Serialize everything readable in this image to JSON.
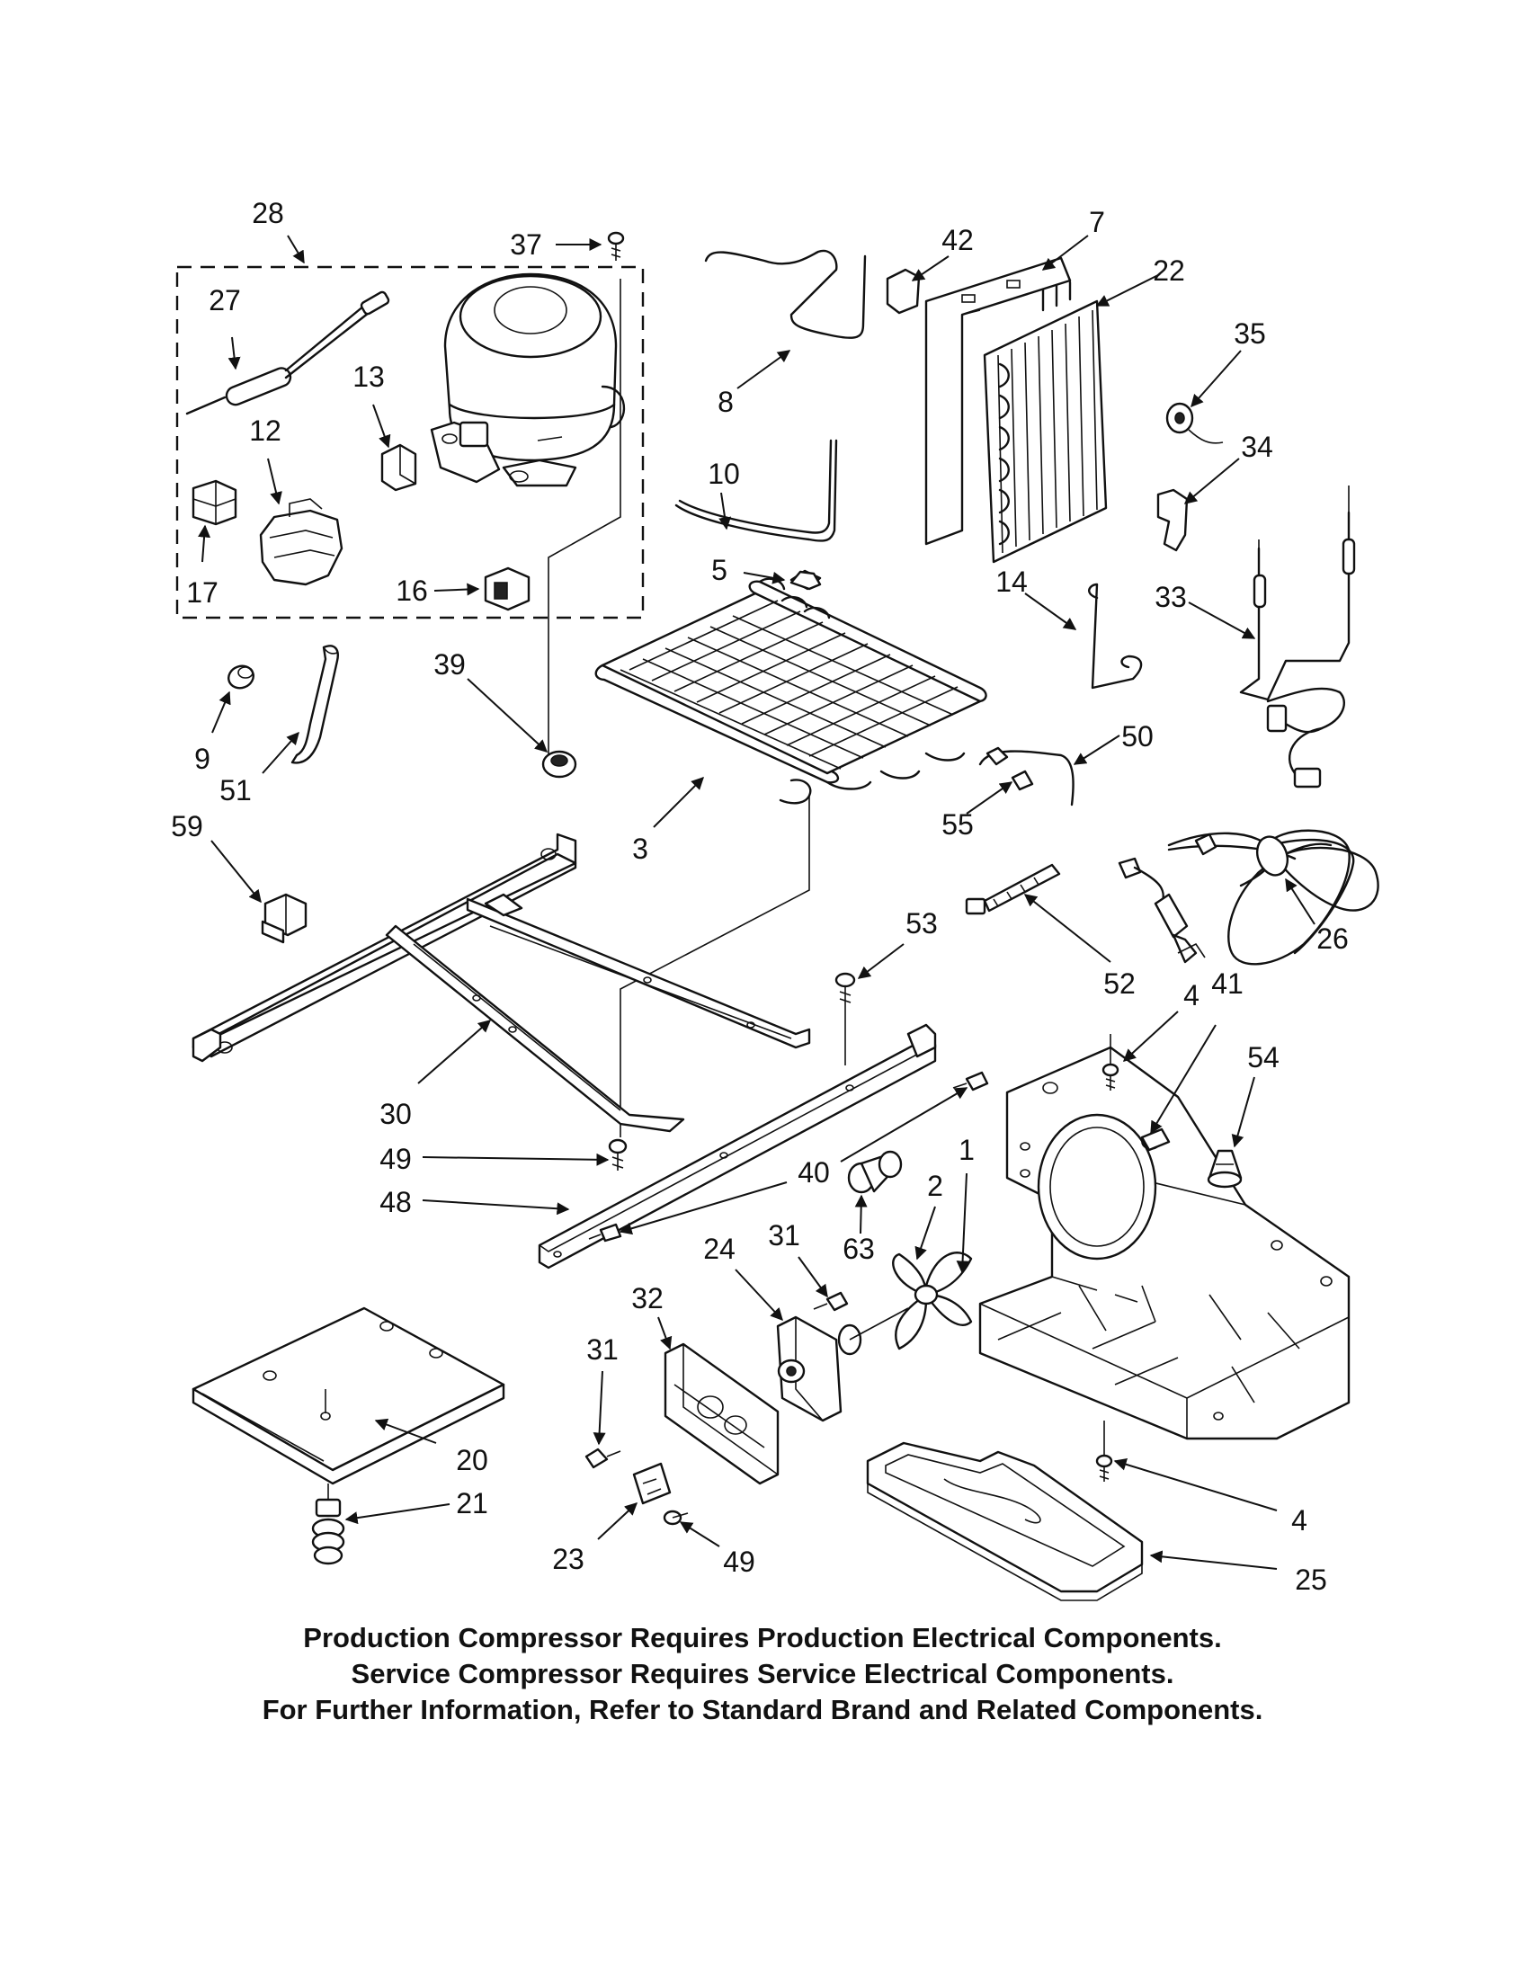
{
  "callouts": [
    {
      "id": "28",
      "label": "28"
    },
    {
      "id": "37",
      "label": "37"
    },
    {
      "id": "27",
      "label": "27"
    },
    {
      "id": "13",
      "label": "13"
    },
    {
      "id": "12",
      "label": "12"
    },
    {
      "id": "17",
      "label": "17"
    },
    {
      "id": "16",
      "label": "16"
    },
    {
      "id": "8",
      "label": "8"
    },
    {
      "id": "10",
      "label": "10"
    },
    {
      "id": "42",
      "label": "42"
    },
    {
      "id": "7",
      "label": "7"
    },
    {
      "id": "22",
      "label": "22"
    },
    {
      "id": "35",
      "label": "35"
    },
    {
      "id": "34",
      "label": "34"
    },
    {
      "id": "14",
      "label": "14"
    },
    {
      "id": "33",
      "label": "33"
    },
    {
      "id": "5",
      "label": "5"
    },
    {
      "id": "39",
      "label": "39"
    },
    {
      "id": "9",
      "label": "9"
    },
    {
      "id": "51",
      "label": "51"
    },
    {
      "id": "3",
      "label": "3"
    },
    {
      "id": "50",
      "label": "50"
    },
    {
      "id": "55",
      "label": "55"
    },
    {
      "id": "59",
      "label": "59"
    },
    {
      "id": "53",
      "label": "53"
    },
    {
      "id": "52",
      "label": "52"
    },
    {
      "id": "26",
      "label": "26"
    },
    {
      "id": "4a",
      "label": "4"
    },
    {
      "id": "41",
      "label": "41"
    },
    {
      "id": "54",
      "label": "54"
    },
    {
      "id": "30",
      "label": "30"
    },
    {
      "id": "49a",
      "label": "49"
    },
    {
      "id": "40",
      "label": "40"
    },
    {
      "id": "1",
      "label": "1"
    },
    {
      "id": "2",
      "label": "2"
    },
    {
      "id": "48",
      "label": "48"
    },
    {
      "id": "63",
      "label": "63"
    },
    {
      "id": "31a",
      "label": "31"
    },
    {
      "id": "24",
      "label": "24"
    },
    {
      "id": "32",
      "label": "32"
    },
    {
      "id": "31b",
      "label": "31"
    },
    {
      "id": "20",
      "label": "20"
    },
    {
      "id": "21",
      "label": "21"
    },
    {
      "id": "23",
      "label": "23"
    },
    {
      "id": "49b",
      "label": "49"
    },
    {
      "id": "4b",
      "label": "4"
    },
    {
      "id": "25",
      "label": "25"
    }
  ],
  "notes": [
    "Production Compressor Requires Production Electrical Components.",
    "Service Compressor Requires Service Electrical Components.",
    "For Further Information, Refer to Standard Brand and Related Components."
  ]
}
